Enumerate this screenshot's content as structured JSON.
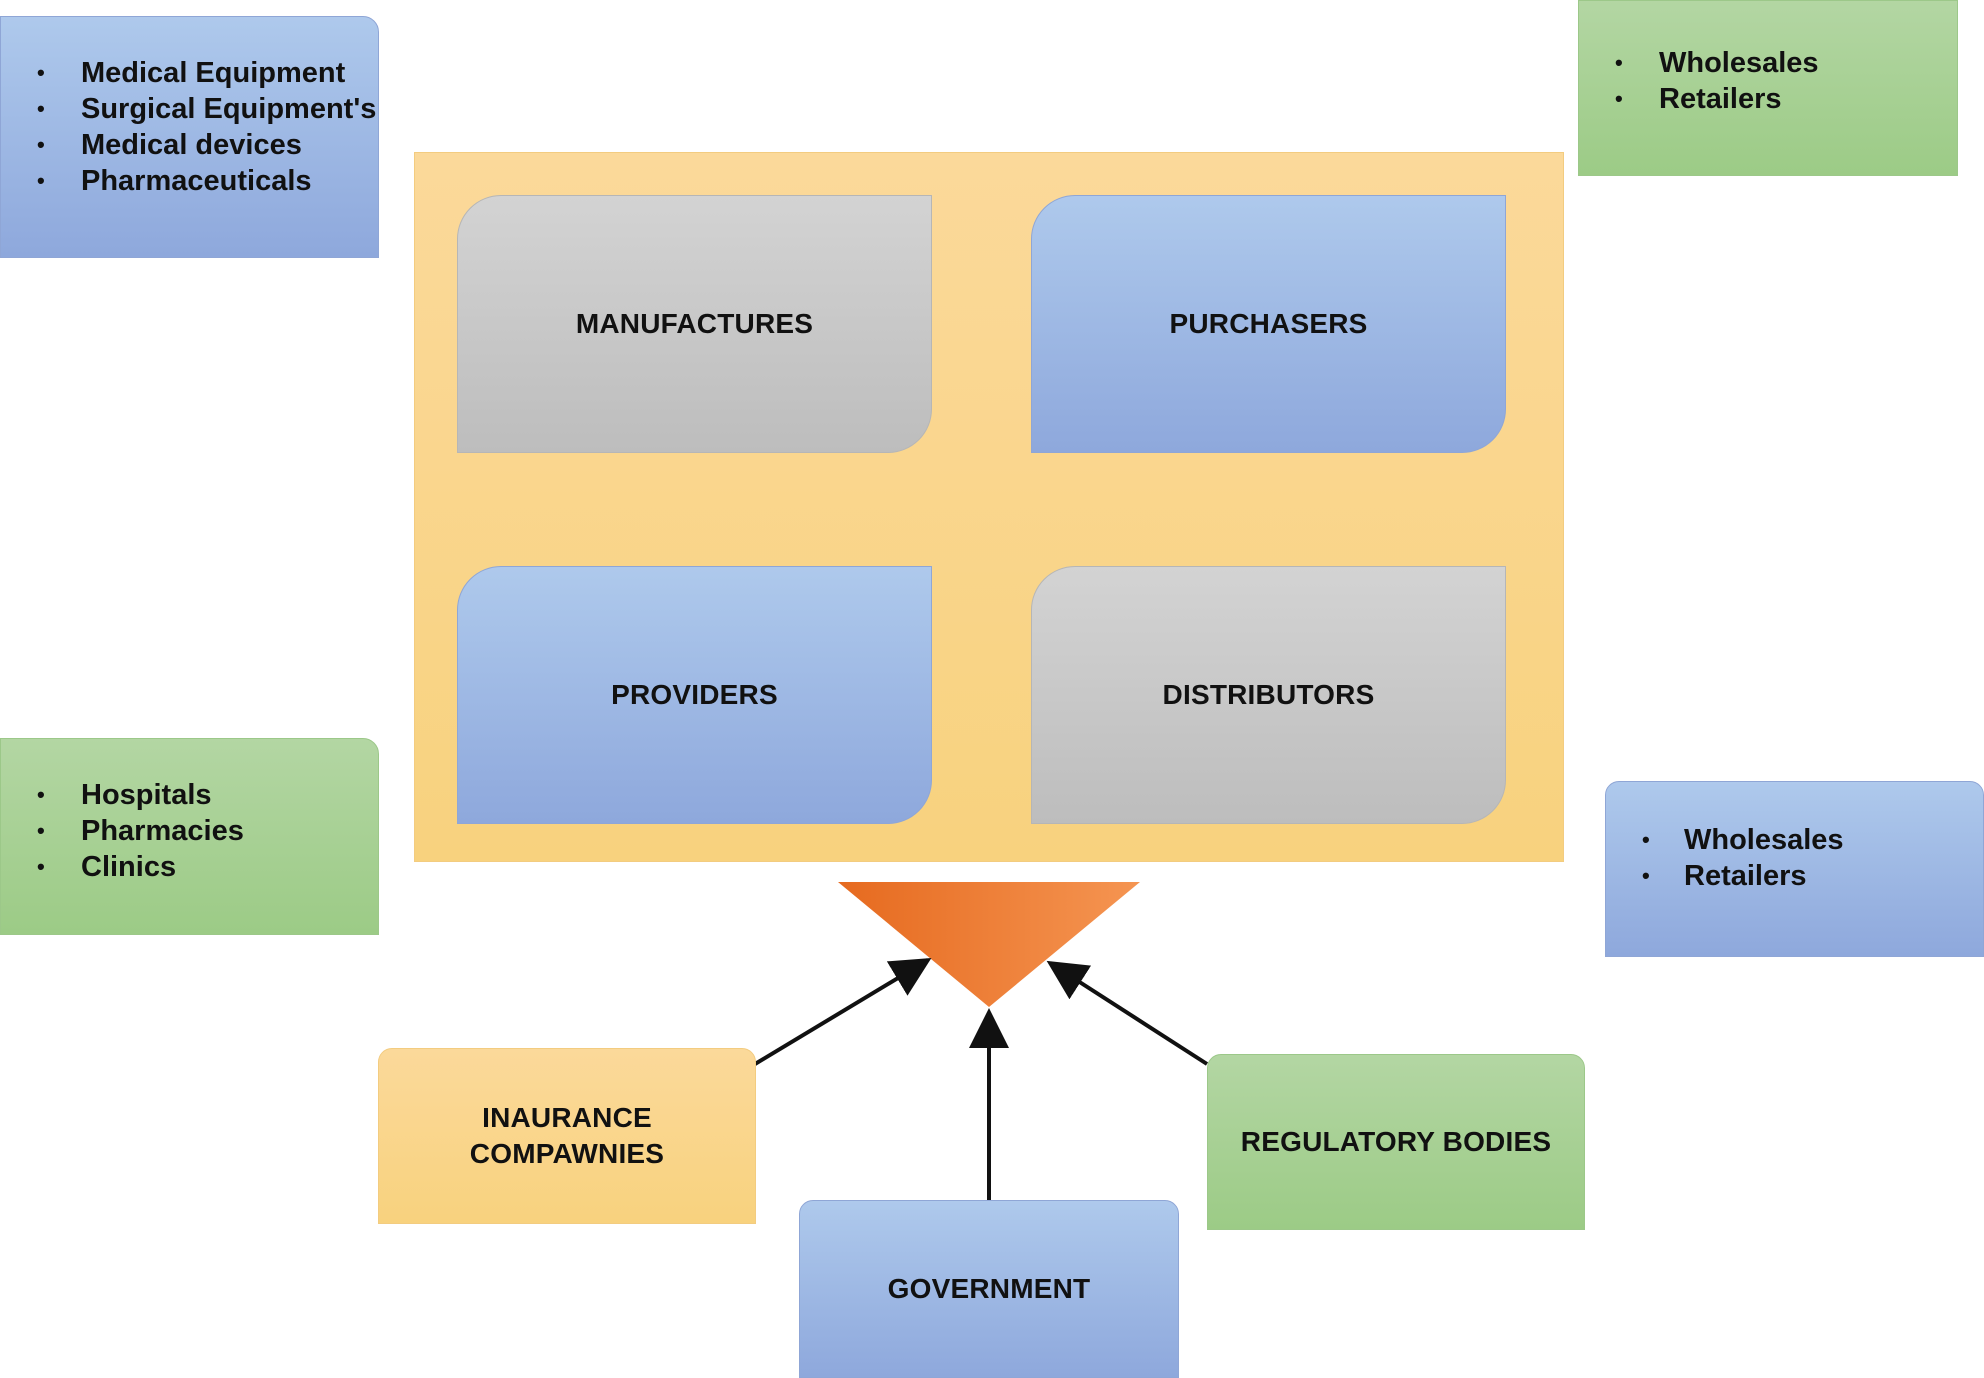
{
  "center_panel": {
    "tiles": [
      {
        "label": "MANUFACTURES"
      },
      {
        "label": "PURCHASERS"
      },
      {
        "label": "PROVIDERS"
      },
      {
        "label": "DISTRIBUTORS"
      }
    ]
  },
  "side_boxes": {
    "top_left": {
      "items": [
        "Medical Equipment",
        "Surgical Equipment's",
        "Medical devices",
        "Pharmaceuticals"
      ]
    },
    "top_right": {
      "items": [
        "Wholesales",
        "Retailers"
      ]
    },
    "mid_left": {
      "items": [
        "Hospitals",
        "Pharmacies",
        "Clinics"
      ]
    },
    "mid_right": {
      "items": [
        "Wholesales",
        "Retailers"
      ]
    }
  },
  "inputs": {
    "insurance": "INAURANCE COMPAWNIES",
    "government": "GOVERNMENT",
    "regulatory": "REGULATORY BODIES"
  },
  "colors": {
    "panel": "#fbd891",
    "blue": "#9fb9e6",
    "green": "#a8d196",
    "grey": "#c9c9c9",
    "funnel": "#ef7a2c"
  }
}
